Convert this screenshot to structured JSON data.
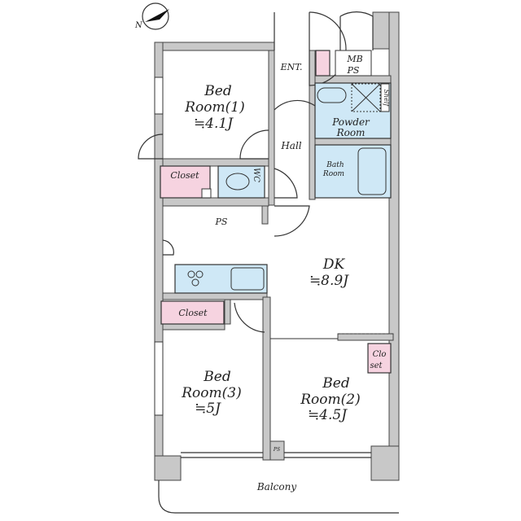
{
  "compass": {
    "north_label": "N"
  },
  "rooms": {
    "bed1": {
      "line1": "Bed",
      "line2": "Room(1)",
      "size": "≒4.1J"
    },
    "bed2": {
      "line1": "Bed",
      "line2": "Room(2)",
      "size": "≒4.5J"
    },
    "bed3": {
      "line1": "Bed",
      "line2": "Room(3)",
      "size": "≒5J"
    },
    "dk": {
      "line1": "DK",
      "size": "≒8.9J"
    },
    "entrance": "ENT.",
    "mbps": {
      "line1": "MB",
      "line2": "PS"
    },
    "powder": {
      "line1": "Powder",
      "line2": "Room"
    },
    "shelf": "Shelf",
    "hall": "Hall",
    "bath": {
      "line1": "Bath",
      "line2": "Room"
    },
    "closet_top": "Closet",
    "wc": "WC",
    "ps_top": "PS",
    "closet_mid": "Closet",
    "closet_small": {
      "line1": "Clo",
      "line2": "set"
    },
    "ps_bottom": "PS",
    "balcony": "Balcony"
  },
  "colors": {
    "wet_area": "#cfe8f6",
    "storage": "#f6d3e0",
    "wall": "#c8c8c8"
  }
}
